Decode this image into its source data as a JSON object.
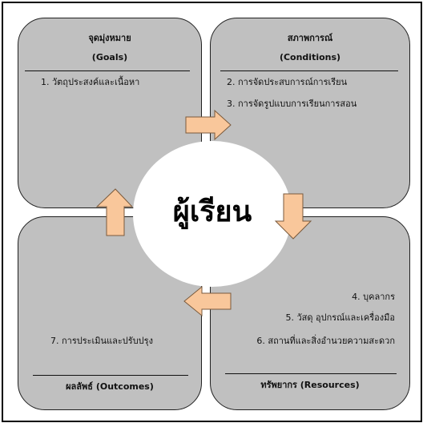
{
  "center_label": "ผู้เรียน",
  "panels": {
    "goals": {
      "title_th": "จุดมุ่งหมาย",
      "title_en": "(Goals)",
      "items": [
        "1. วัตถุประสงค์และเนื้อหา"
      ]
    },
    "conditions": {
      "title_th": "สภาพการณ์",
      "title_en": "(Conditions)",
      "items": [
        "2. การจัดประสบการณ์การเรียน",
        "3. การจัดรูปแบบการเรียนการสอน"
      ]
    },
    "resources": {
      "title": "ทรัพยากร  (Resources)",
      "items": [
        "4. บุคลากร",
        "5. วัสดุ อุปกรณ์และเครื่องมือ",
        "6. สถานที่และสิ่งอำนวยความสะดวก"
      ]
    },
    "outcomes": {
      "title": "ผลลัพธ์  (Outcomes)",
      "items": [
        "7. การประเมินและปรับปรุง"
      ]
    }
  },
  "colors": {
    "panel_fill": "#c0c0c0",
    "arrow_fill": "#f9c79b",
    "arrow_stroke": "#7a5a3c",
    "circle_fill": "#ffffff"
  }
}
